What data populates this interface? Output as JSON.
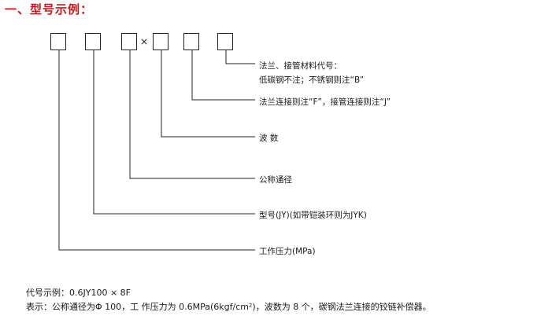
{
  "heading": "一、型号示例：",
  "multiply_sign": "×",
  "labels": {
    "flange_material_1": "法兰、接管材料代号：",
    "flange_material_2": "低碳钢不注；不锈钢则注“B”",
    "connection": "法兰连接则注“F”，接管连接则注“J”",
    "waves": "波 数",
    "nominal_diameter": "公称通径",
    "model": "型号(JY)(如带铠装环则为JYK)",
    "pressure": "工作压力(MPa)"
  },
  "footer": {
    "example": "代号示例：0.6JY100 × 8F",
    "meaning": "表示：公称通径为Φ 100，工 作压力为 0.6MPa(6kgf/cm²)，波数为 8 个，碳钢法兰连接的铰链补偿器。"
  }
}
